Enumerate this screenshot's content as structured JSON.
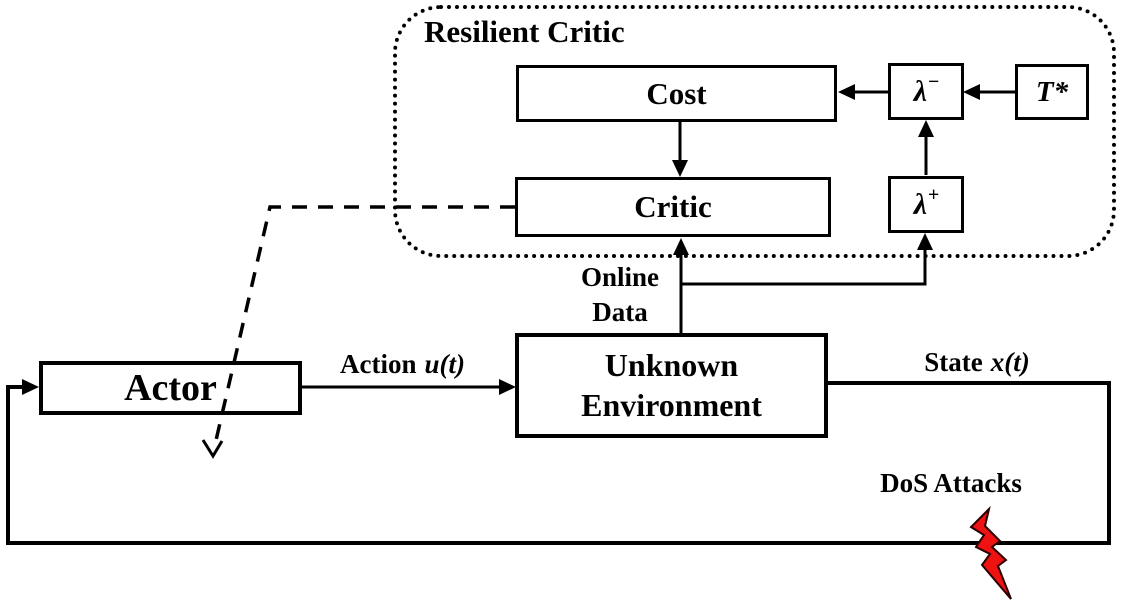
{
  "title": "Resilient Critic",
  "nodes": {
    "cost": {
      "label": "Cost"
    },
    "critic": {
      "label": "Critic"
    },
    "lambda_minus": {
      "base": "λ",
      "sup": "−"
    },
    "lambda_plus": {
      "base": "λ",
      "sup": "+"
    },
    "t_star": {
      "label": "T*"
    },
    "actor": {
      "label": "Actor"
    },
    "environment": {
      "line1": "Unknown",
      "line2": "Environment"
    }
  },
  "edge_labels": {
    "action": {
      "text": "Action",
      "math": "u(t)"
    },
    "state": {
      "text": "State",
      "math": "x(t)"
    },
    "online_data": {
      "line1": "Online",
      "line2": "Data"
    },
    "dos": {
      "label": "DoS Attacks"
    }
  },
  "icons": {
    "lightning_bolt": "lightning-bolt-icon"
  },
  "colors": {
    "line": "#000000",
    "bolt_fill": "#ee1212",
    "bolt_stroke": "#2a0000",
    "background": "#ffffff"
  }
}
